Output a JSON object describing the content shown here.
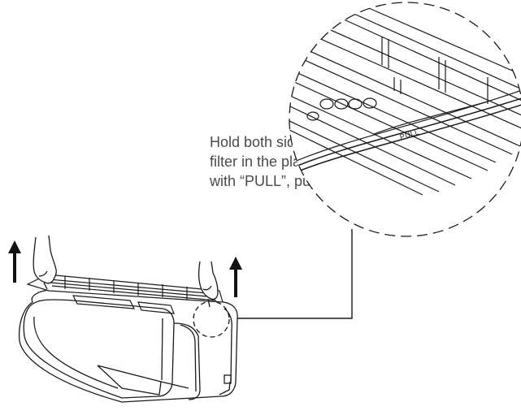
{
  "instruction": {
    "line1": "Hold both side of the top",
    "line2": "filter in the place marked",
    "line3": "with “PULL”, pull it upwards"
  },
  "detail": {
    "pull_label": "PULL"
  },
  "icons": {
    "left_arrow": "up-arrow-icon",
    "right_arrow": "up-arrow-icon"
  },
  "colors": {
    "line": "#1a1a1a",
    "text": "#4a4a4a",
    "arrow": "#111111"
  }
}
